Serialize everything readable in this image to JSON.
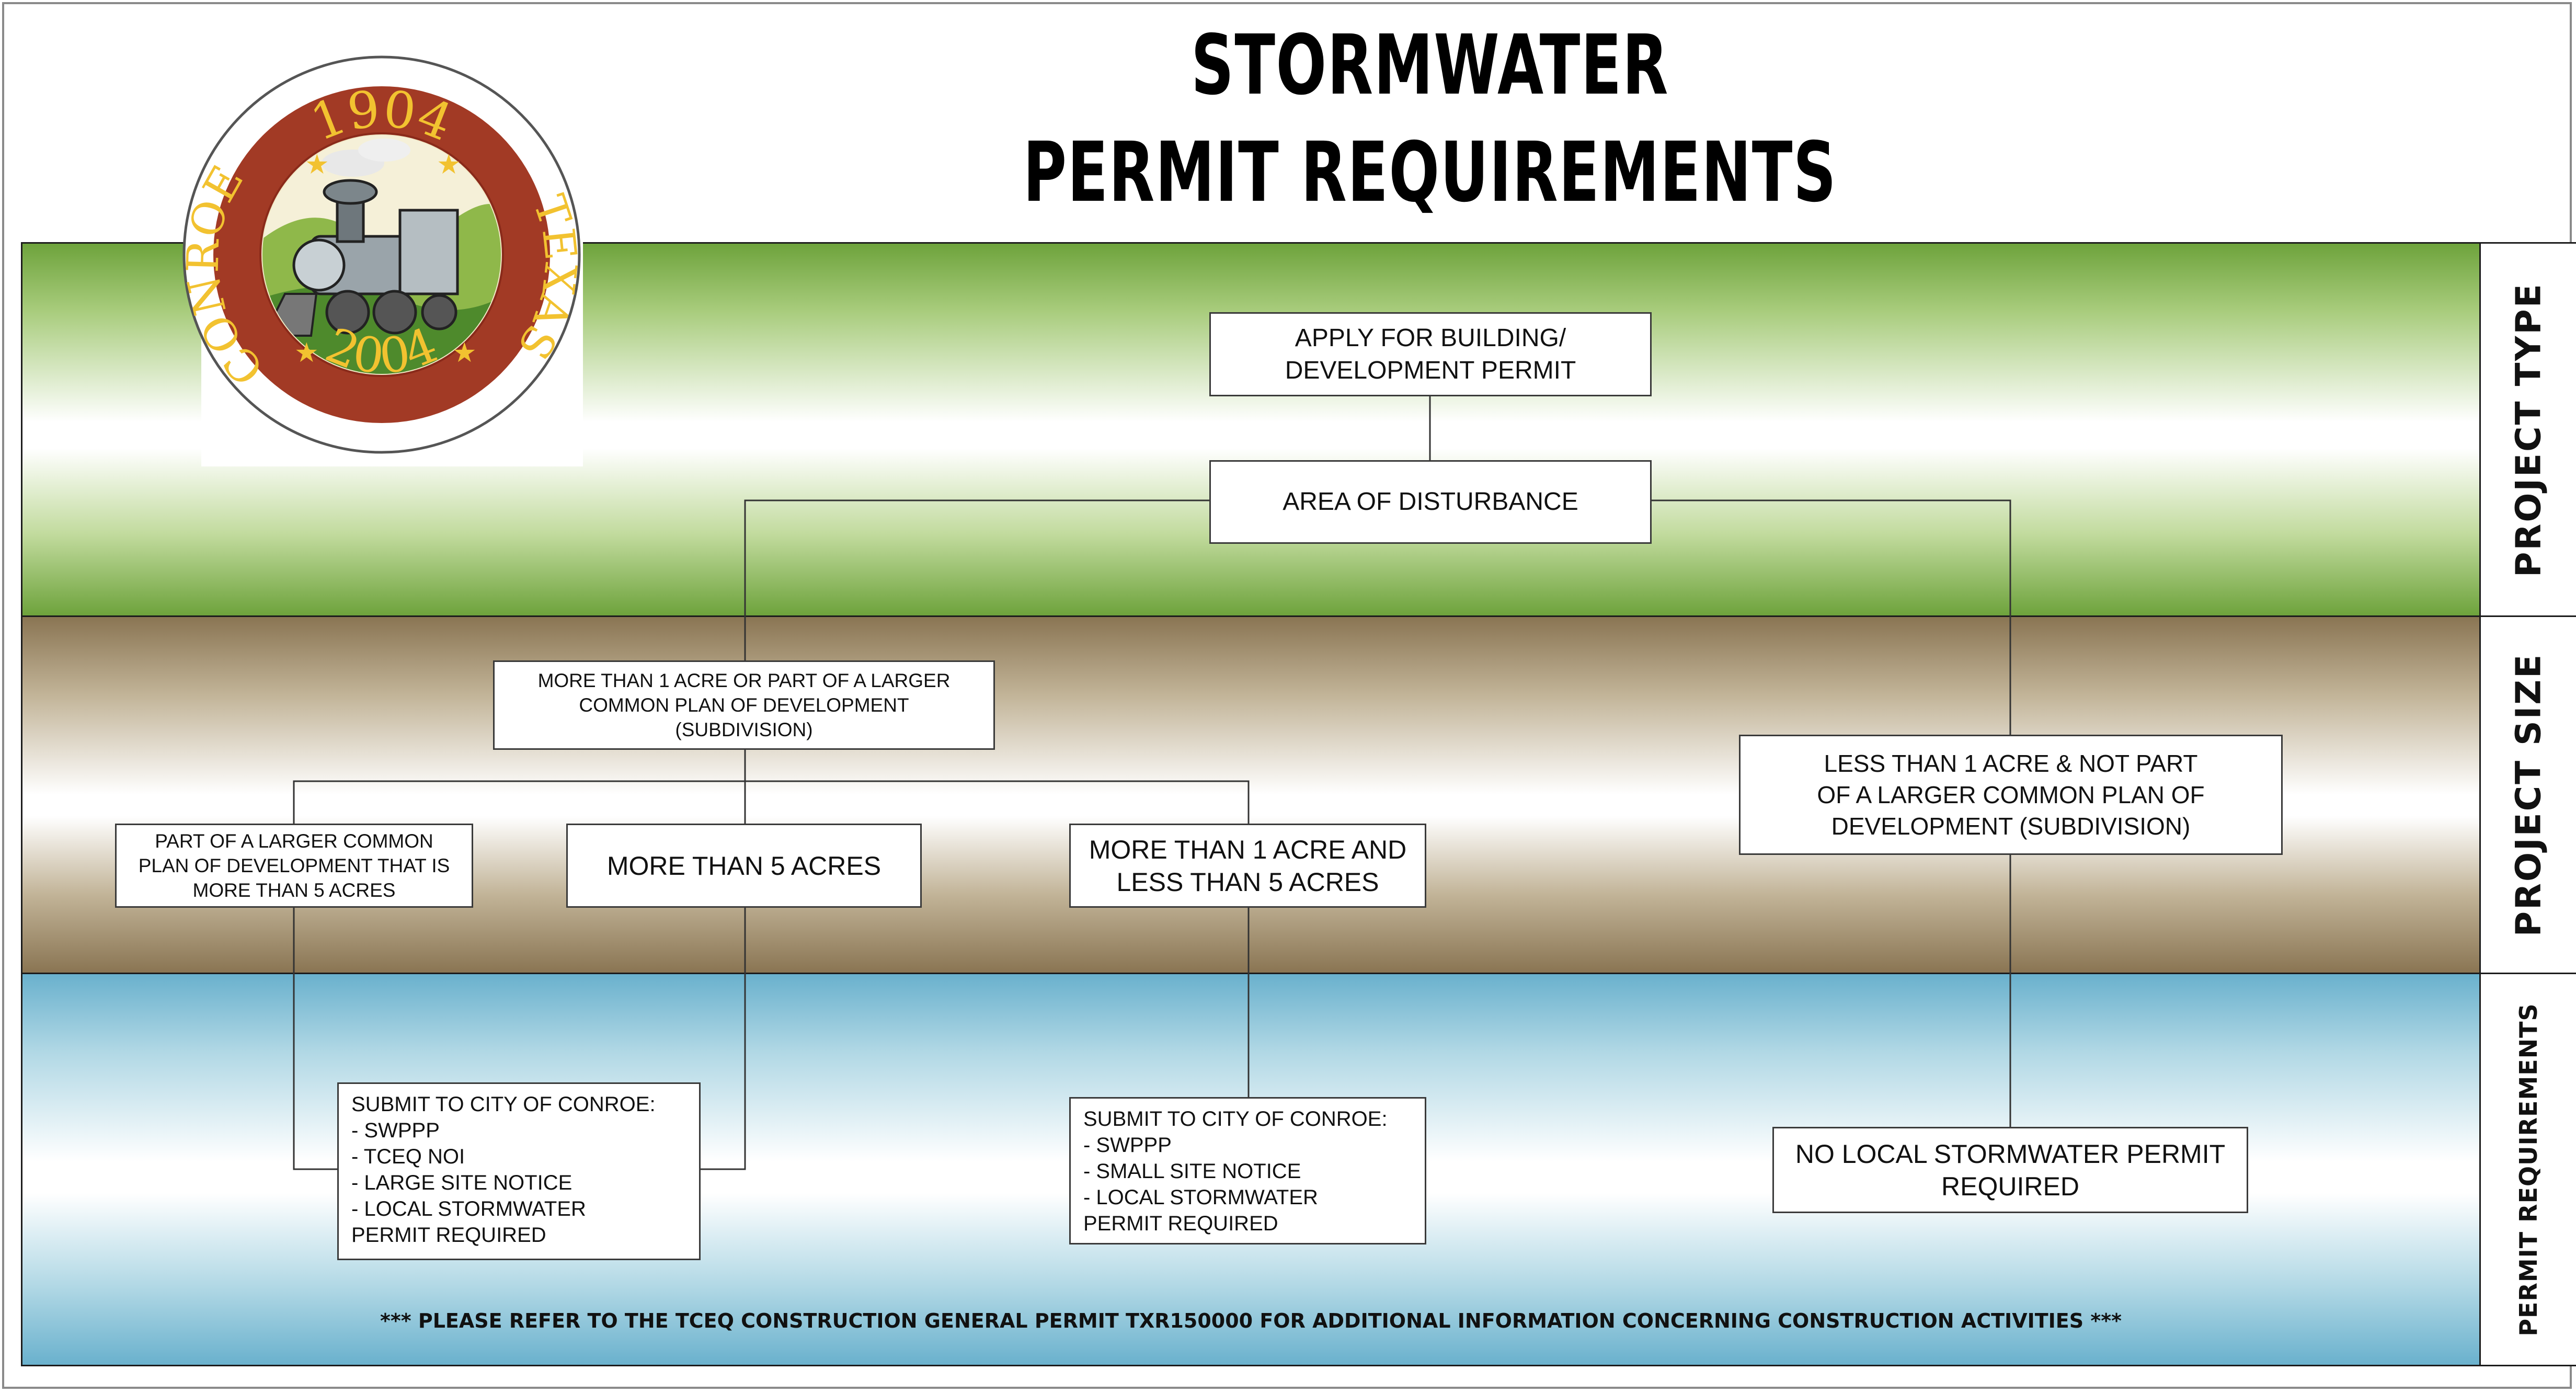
{
  "title": {
    "line1": "STORMWATER",
    "line2": "PERMIT REQUIREMENTS"
  },
  "logo": {
    "top_text": "1904",
    "left_text": "CONROE",
    "right_text": "TEXAS",
    "bottom_text": "2004"
  },
  "rows": {
    "project_type": "PROJECT TYPE",
    "project_size": "PROJECT SIZE",
    "permit_requirements": "PERMIT REQUIREMENTS"
  },
  "nodes": {
    "apply": "APPLY FOR BUILDING/\nDEVELOPMENT PERMIT",
    "area": "AREA OF DISTURBANCE",
    "more_than_1": "MORE THAN 1 ACRE OR PART OF A LARGER\nCOMMON PLAN OF DEVELOPMENT\n(SUBDIVISION)",
    "less_than_1": "LESS THAN 1 ACRE & NOT PART\nOF A LARGER COMMON PLAN OF\nDEVELOPMENT (SUBDIVISION)",
    "part_larger": "PART OF A LARGER COMMON\nPLAN OF DEVELOPMENT THAT IS\nMORE THAN 5 ACRES",
    "more_than_5": "MORE THAN 5 ACRES",
    "between_1_5": "MORE THAN 1 ACRE AND\nLESS THAN 5 ACRES",
    "submit_large": "SUBMIT TO CITY OF CONROE:\n    - SWPPP\n    - TCEQ NOI\n    - LARGE SITE NOTICE\n    - LOCAL STORMWATER\n      PERMIT REQUIRED",
    "submit_small": "SUBMIT TO CITY OF CONROE:\n    - SWPPP\n    - SMALL SITE NOTICE\n    - LOCAL STORMWATER\n      PERMIT REQUIRED",
    "no_permit": "NO LOCAL STORMWATER PERMIT\nREQUIRED"
  },
  "footnote": "*** PLEASE REFER TO THE TCEQ CONSTRUCTION GENERAL PERMIT TXR150000 FOR ADDITIONAL INFORMATION CONCERNING CONSTRUCTION ACTIVITIES ***",
  "colors": {
    "green": "#6ea33c",
    "brown": "#8a7553",
    "blue": "#6ab1cd",
    "logo_ring": "#a23a25",
    "logo_text": "#f2c230"
  }
}
